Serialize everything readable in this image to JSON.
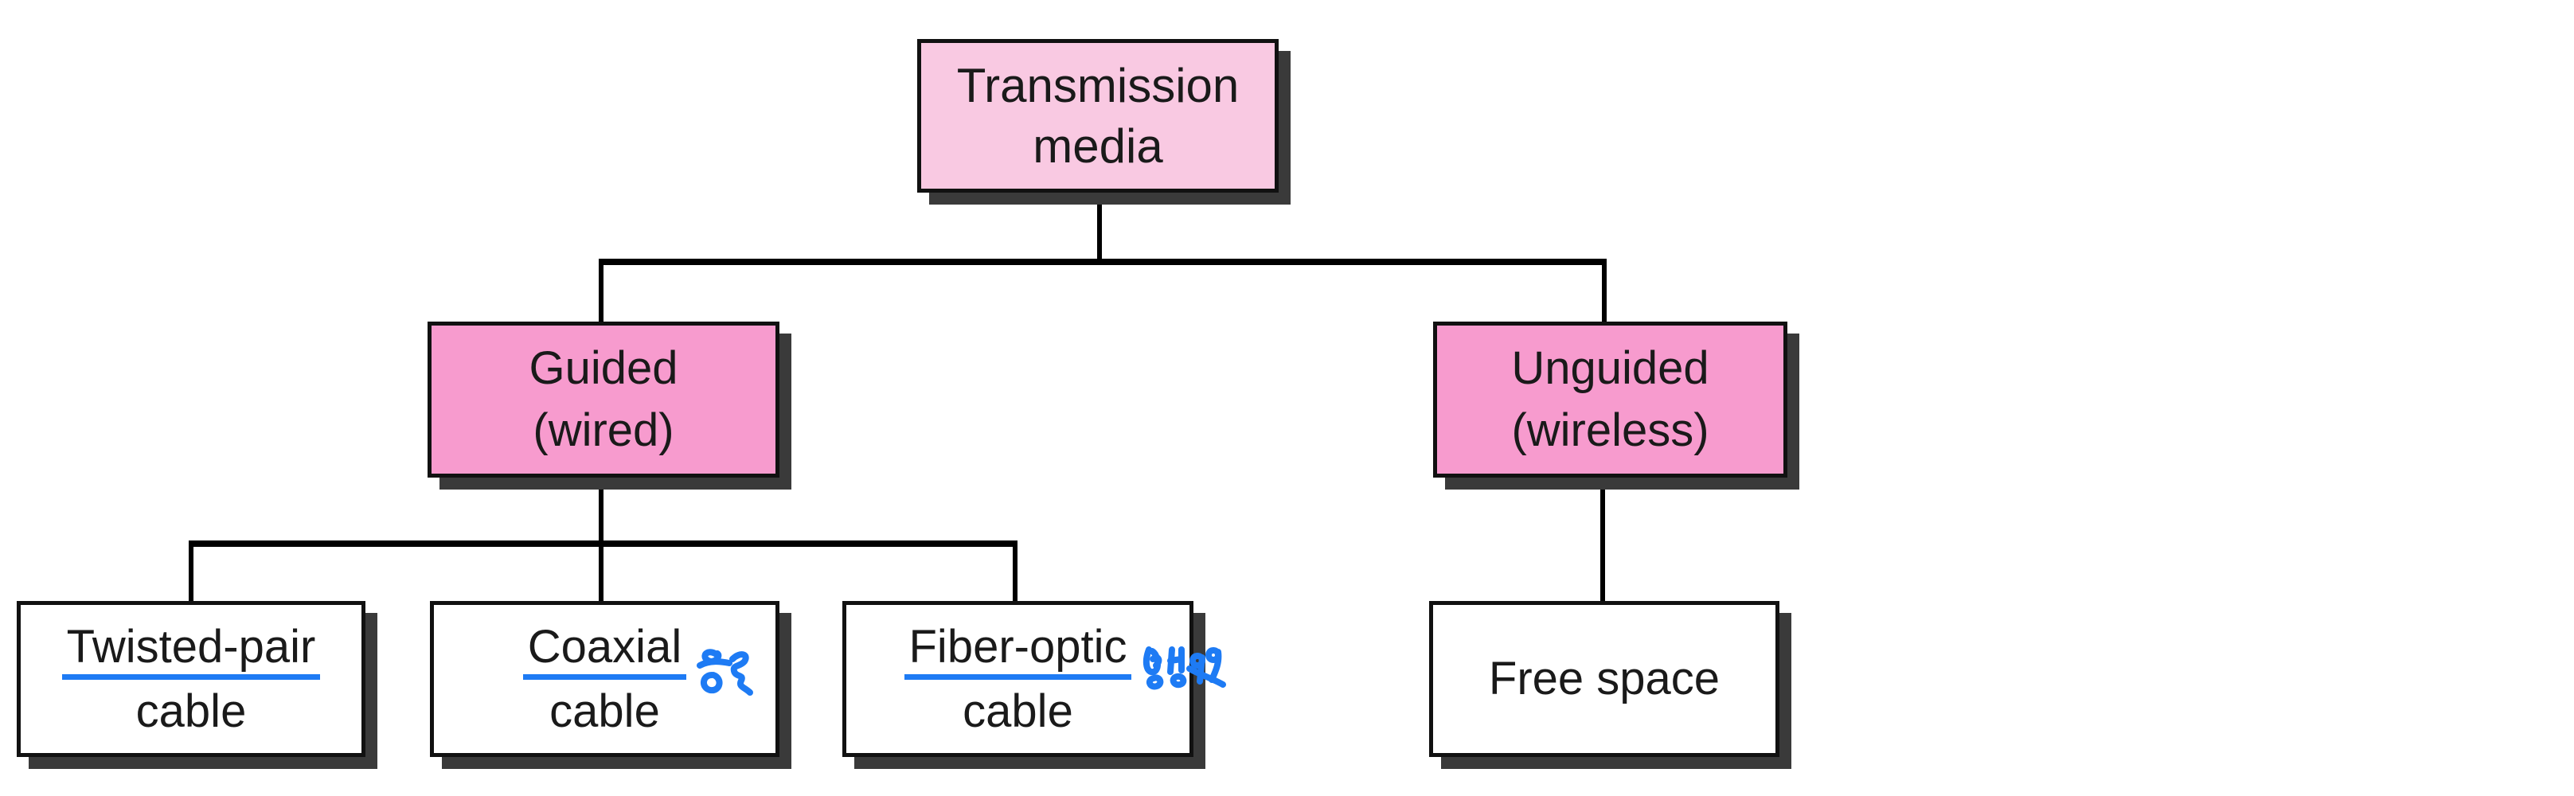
{
  "diagram_type": "tree-diagram",
  "nodes": {
    "root": {
      "line1": "Transmission",
      "line2": "media"
    },
    "guided": {
      "line1": "Guided",
      "line2": "(wired)"
    },
    "unguided": {
      "line1": "Unguided",
      "line2": "(wireless)"
    },
    "twisted_pair": {
      "underlined_term": "Twisted-pair",
      "second_line": "cable"
    },
    "coaxial": {
      "underlined_term": "Coaxial",
      "second_line": "cable"
    },
    "fiber_optic": {
      "underlined_term": "Fiber-optic",
      "second_line": "cable"
    },
    "free_space": {
      "line1": "Free space"
    }
  },
  "annotations": {
    "underlines": {
      "style": "thick hand-drawn highlight under first word",
      "applied_to": [
        "Twisted-pair",
        "Coaxial",
        "Fiber-optic"
      ],
      "color": "#1e7bf4"
    },
    "coaxial_note": {
      "kind": "handwritten-ink-scribble",
      "legible": false,
      "color": "#1e7bf4"
    },
    "fiber_optic_note": {
      "kind": "handwritten-ink-scribble",
      "legible": false,
      "color": "#1e7bf4"
    }
  },
  "colors": {
    "root_fill": "#f9c9e2",
    "branch_fill": "#f79bce",
    "leaf_fill": "#ffffff",
    "border": "#111111",
    "shadow": "#3a3a3a",
    "line": "#000000",
    "ink_blue": "#1e7bf4",
    "text": "#1a1a1a",
    "bg": "#ffffff"
  }
}
